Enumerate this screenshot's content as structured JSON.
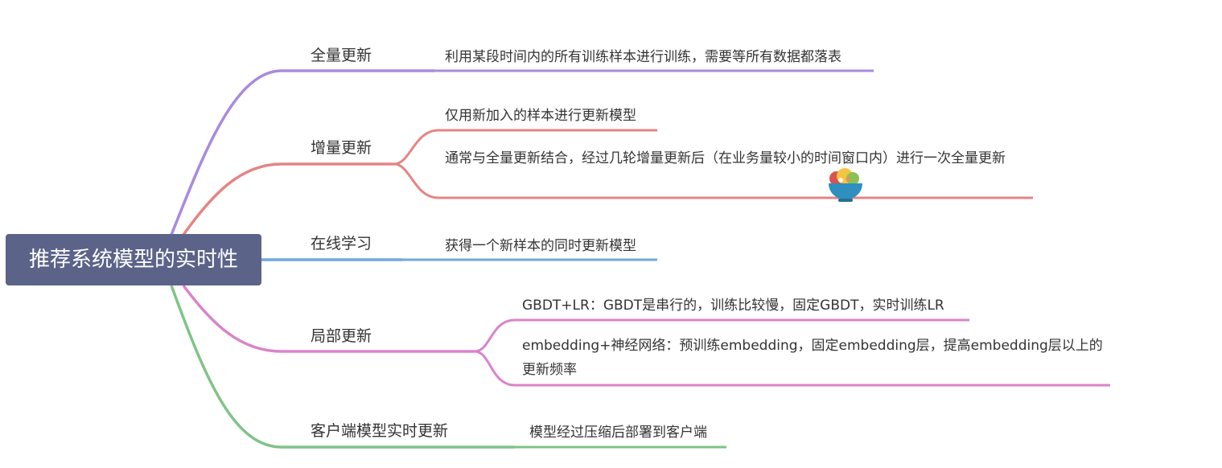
{
  "root": {
    "label": "推荐系统模型的实时性"
  },
  "branches": [
    {
      "label": "全量更新",
      "color": "#a88ade",
      "leaves": [
        "利用某段时间内的所有训练样本进行训练，需要等所有数据都落表"
      ]
    },
    {
      "label": "增量更新",
      "color": "#e58484",
      "leaves": [
        "仅用新加入的样本进行更新模型",
        "通常与全量更新结合，经过几轮增量更新后（在业务量较小的时间窗口内）进行一次全量更新"
      ]
    },
    {
      "label": "在线学习",
      "color": "#6fa9de",
      "leaves": [
        "获得一个新样本的同时更新模型"
      ]
    },
    {
      "label": "局部更新",
      "color": "#da83c9",
      "leaves": [
        "GBDT+LR：GBDT是串行的，训练比较慢，固定GBDT，实时训练LR",
        "embedding+神经网络：预训练embedding，固定embedding层，提高embedding层以上的更新频率"
      ]
    },
    {
      "label": "客户端模型实时更新",
      "color": "#7fc487",
      "leaves": [
        "模型经过压缩后部署到客户端"
      ]
    }
  ],
  "sticker": {
    "icon": "salad-bowl-icon"
  }
}
